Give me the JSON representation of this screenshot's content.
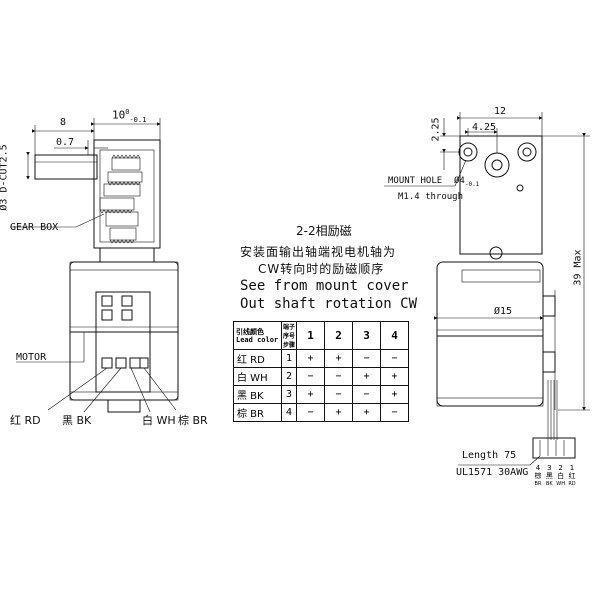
{
  "left_view": {
    "dims": {
      "d8": "8",
      "d10": "10",
      "d10_tol_upper": "0",
      "d10_tol_lower": "-0.1",
      "d07": "0.7",
      "shaft": "Ø3 D-CUT2.5"
    },
    "labels": {
      "gear_box": "GEAR BOX",
      "motor": "MOTOR"
    },
    "pin_labels": [
      "红 RD",
      "黑 BK",
      "白 WH",
      "棕 BR"
    ]
  },
  "center": {
    "title": "2-2相励磁",
    "cn_line1": "安装面输出轴端视电机轴为",
    "cn_line2": "CW转向时的励磁顺序",
    "en_line1": "See from mount cover",
    "en_line2": "Out shaft rotation CW",
    "table": {
      "header_color": "引线颜色 Lead color",
      "header_pin": "端子序号",
      "header_step": "步骤",
      "steps": [
        "1",
        "2",
        "3",
        "4"
      ],
      "rows": [
        {
          "name": "红 RD",
          "pin": "1",
          "cells": [
            "+",
            "+",
            "−",
            "−"
          ]
        },
        {
          "name": "白 WH",
          "pin": "2",
          "cells": [
            "−",
            "−",
            "+",
            "+"
          ]
        },
        {
          "name": "黑 BK",
          "pin": "3",
          "cells": [
            "+",
            "−",
            "−",
            "+"
          ]
        },
        {
          "name": "棕 BR",
          "pin": "4",
          "cells": [
            "−",
            "+",
            "+",
            "−"
          ]
        }
      ]
    }
  },
  "right_view": {
    "dims": {
      "d12": "12",
      "d425": "4.25",
      "d225": "2.25",
      "d39": "39 Max",
      "d15": "Ø15",
      "mount_hole_dia": "Ø4",
      "mount_hole_tol": "-0.1"
    },
    "labels": {
      "mount_hole": "MOUNT HOLE",
      "mount_hole_thread": "M1.4 through",
      "length": "Length 75",
      "wire": "UL1571 30AWG"
    },
    "connector_pins": [
      {
        "num": "4",
        "color": "棕",
        "code": "BR"
      },
      {
        "num": "3",
        "color": "黑",
        "code": "BK"
      },
      {
        "num": "2",
        "color": "白",
        "code": "WH"
      },
      {
        "num": "1",
        "color": "红",
        "code": "RD"
      }
    ]
  }
}
